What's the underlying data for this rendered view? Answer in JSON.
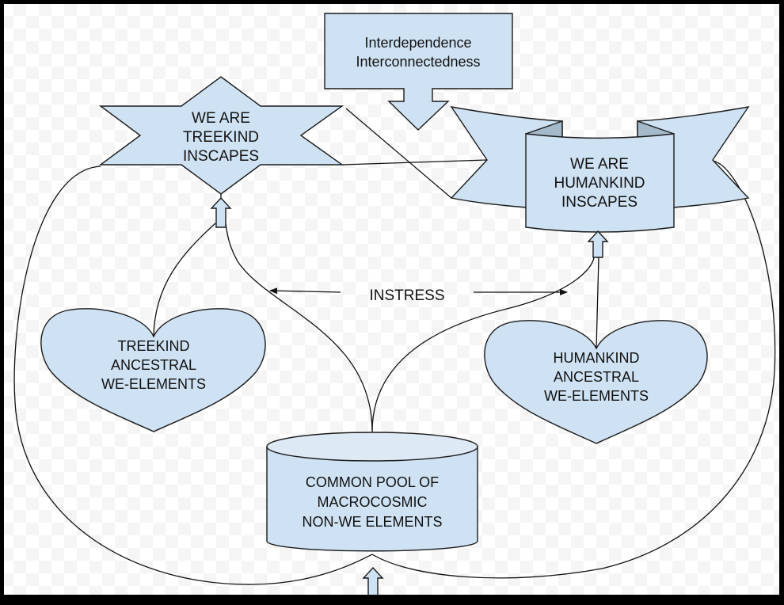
{
  "diagram": {
    "top_box": {
      "lines": [
        "Interdependence",
        "Interconnectedness"
      ]
    },
    "treekind_star": {
      "lines": [
        "WE ARE",
        "TREEKIND",
        "INSCAPES"
      ]
    },
    "humankind_banner": {
      "lines": [
        "WE ARE",
        "HUMANKIND",
        "INSCAPES"
      ]
    },
    "instress_label": "INSTRESS",
    "treekind_heart": {
      "lines": [
        "TREEKIND",
        "ANCESTRAL",
        "WE-ELEMENTS"
      ]
    },
    "humankind_heart": {
      "lines": [
        "HUMANKIND",
        "ANCESTRAL",
        "WE-ELEMENTS"
      ]
    },
    "common_pool": {
      "lines": [
        "COMMON POOL OF",
        "MACROCOSMIC",
        "NON-WE ELEMENTS"
      ]
    },
    "colors": {
      "shape_fill": "#cfe2f3",
      "shape_stroke": "#1a1a1a",
      "banner_fold": "#a4b9c9",
      "frame": "#000000"
    }
  }
}
